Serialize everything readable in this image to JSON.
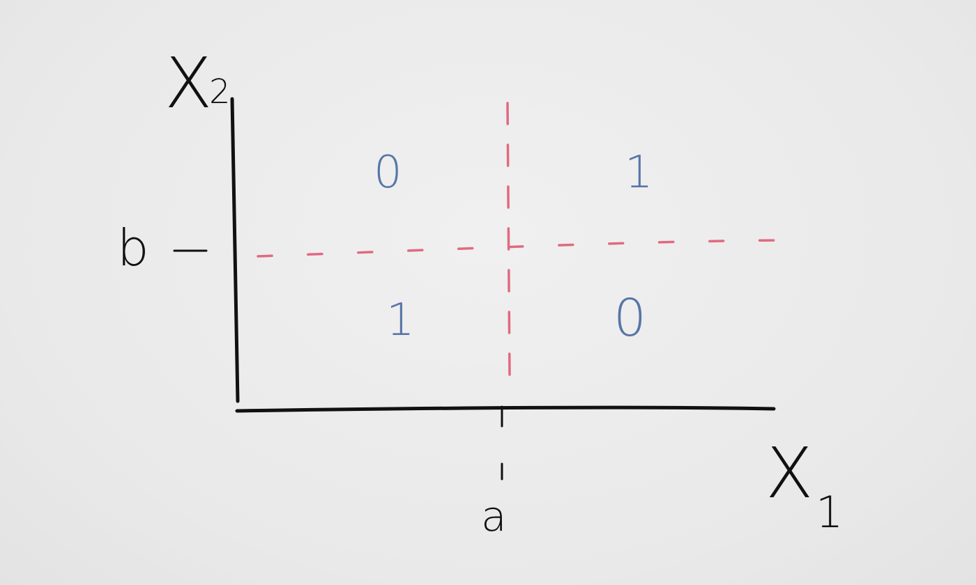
{
  "axes": {
    "x_axis": {
      "name": "X",
      "subscript": "1"
    },
    "y_axis": {
      "name": "X",
      "subscript": "2"
    }
  },
  "thresholds": {
    "x": {
      "label": "a"
    },
    "y": {
      "label": "b"
    }
  },
  "regions": {
    "top_left": "0",
    "top_right": "1",
    "bottom_left": "1",
    "bottom_right": "0"
  },
  "colors": {
    "axis": "#111111",
    "split_line": "#e06a80",
    "region_label": "#5876a8"
  }
}
